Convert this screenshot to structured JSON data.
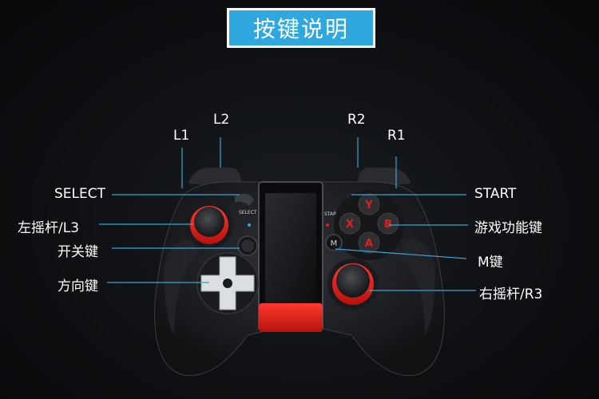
{
  "title": "按键说明",
  "labels": {
    "l1": "L1",
    "l2": "L2",
    "r2": "R2",
    "r1": "R1",
    "select": "SELECT",
    "left_stick": "左摇杆/L3",
    "power": "开关键",
    "dpad": "方向键",
    "start": "START",
    "function_keys": "游戏功能键",
    "m_key": "M键",
    "right_stick": "右摇杆/R3"
  },
  "controller": {
    "select_text": "SELECT",
    "start_text": "START",
    "m_text": "M",
    "buttons": [
      "Y",
      "X",
      "B",
      "A"
    ]
  },
  "colors": {
    "title_bg": "#2fa8e0",
    "accent_red": "#e0201c",
    "leader_line": "#3ba3d6"
  }
}
